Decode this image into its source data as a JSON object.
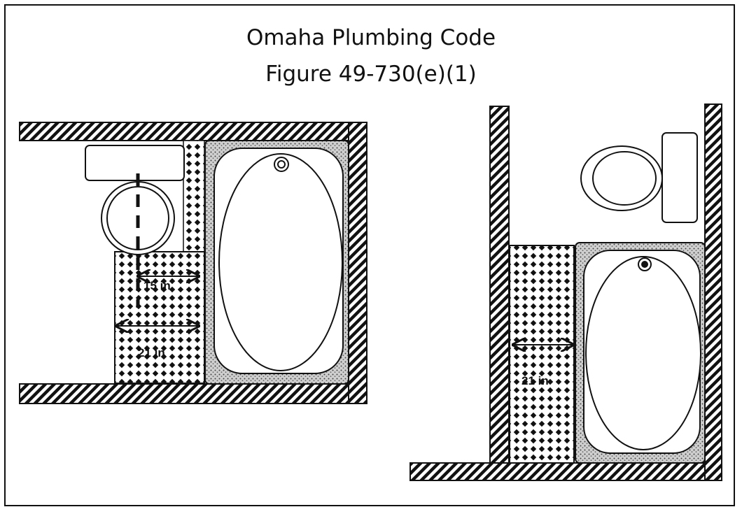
{
  "header": {
    "title": "Omaha Plumbing Code",
    "subtitle": "Figure 49-730(e)(1)"
  },
  "left_plan": {
    "dimension_toilet_clearance": "15 in",
    "dimension_floor_width": "21 in"
  },
  "right_plan": {
    "dimension_floor_width": "21 in"
  },
  "colors": {
    "line": "#111111",
    "tile_dot": "#111111",
    "background": "#ffffff"
  }
}
